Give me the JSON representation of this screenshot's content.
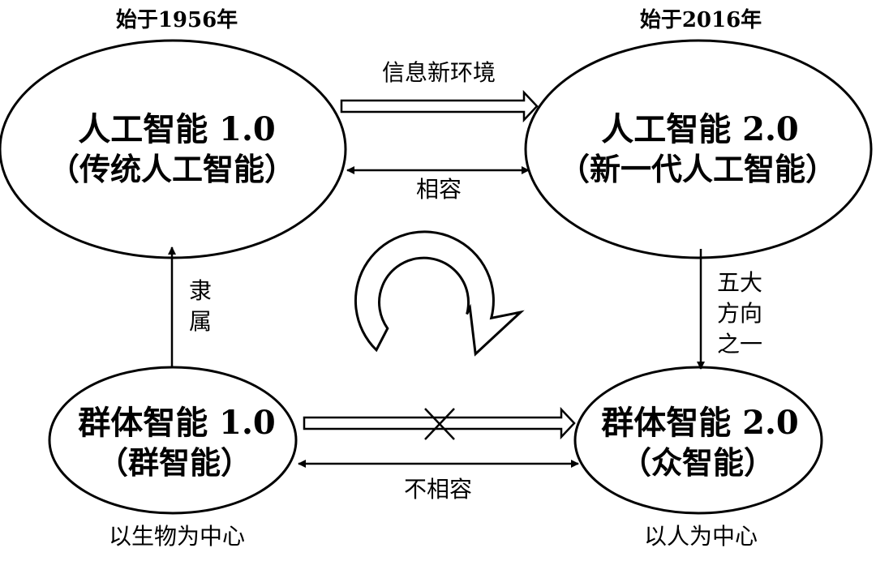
{
  "labels": {
    "ai1_era": "始于1956年",
    "ai2_era": "始于2016年",
    "ci1_focus": "以生物为中心",
    "ci2_focus": "以人为中心"
  },
  "nodes": {
    "ai1": {
      "title": "人工智能 1.0",
      "subtitle": "（传统人工智能）"
    },
    "ai2": {
      "title": "人工智能 2.0",
      "subtitle": "（新一代人工智能）"
    },
    "ci1": {
      "title": "群体智能 1.0",
      "subtitle": "（群智能）"
    },
    "ci2": {
      "title": "群体智能 2.0",
      "subtitle": "（众智能）"
    }
  },
  "edges": {
    "new_environment": "信息新环境",
    "compatible": "相容",
    "incompatible": "不相容",
    "belongs_to": [
      "隶",
      "属"
    ],
    "five_directions": [
      "五大",
      "方向",
      "之一"
    ]
  },
  "colors": {
    "stroke": "#000000",
    "background": "#ffffff",
    "fill": "#ffffff"
  }
}
